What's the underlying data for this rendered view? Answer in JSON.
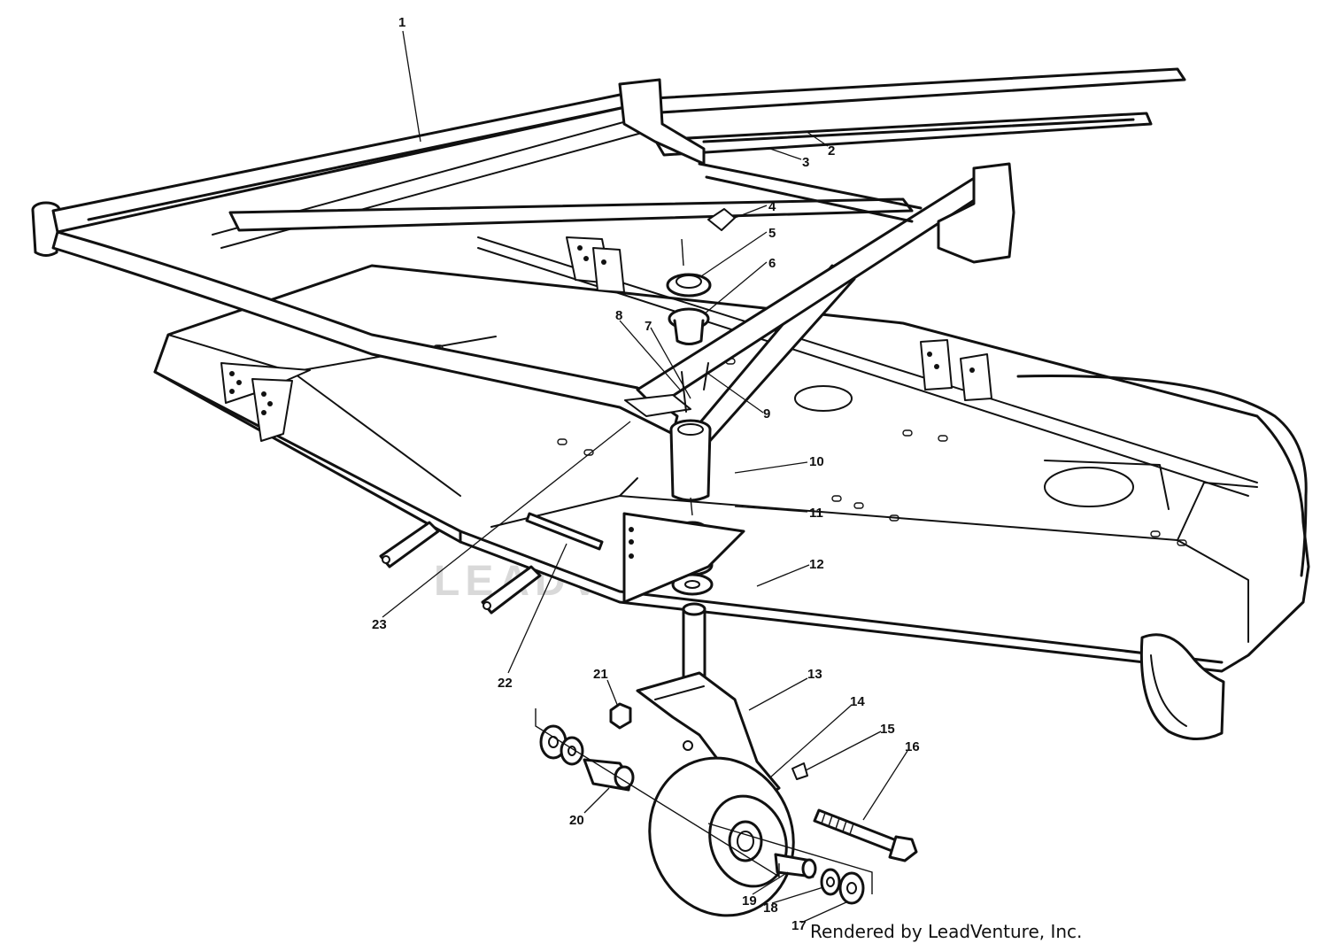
{
  "diagram": {
    "callouts": [
      "1",
      "2",
      "3",
      "4",
      "5",
      "6",
      "7",
      "8",
      "9",
      "10",
      "11",
      "12",
      "13",
      "14",
      "15",
      "16",
      "17",
      "18",
      "19",
      "20",
      "21",
      "22",
      "23"
    ]
  },
  "watermark": "LEADVENTURE",
  "credit": "Rendered by LeadVenture, Inc."
}
